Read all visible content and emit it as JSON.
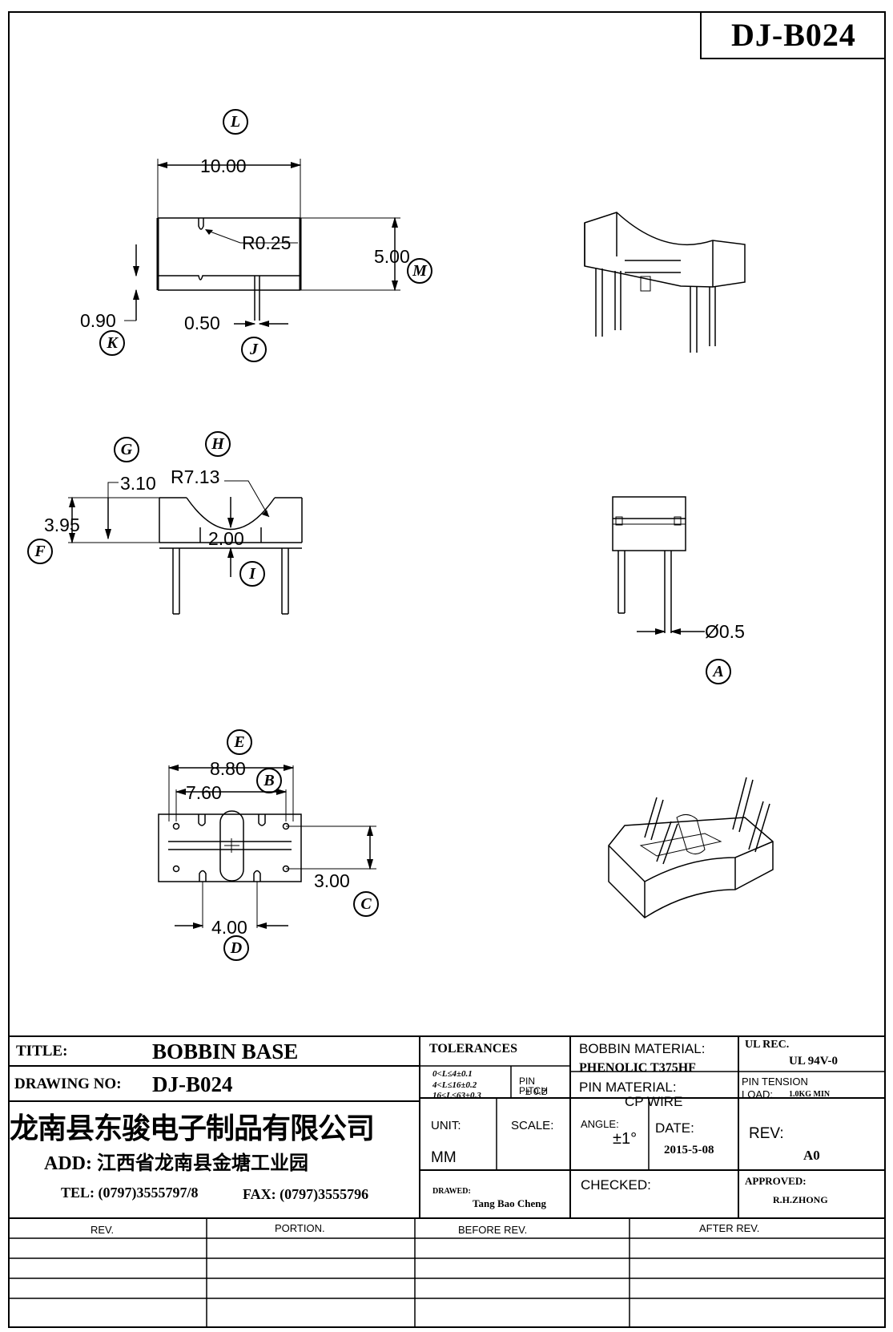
{
  "drawing_code": "DJ-B024",
  "views": {
    "top": {
      "callouts": {
        "L": "L",
        "M": "M",
        "K": "K",
        "J": "J"
      },
      "dims": {
        "length": "10.00",
        "height": "5.00",
        "radius": "R0.25",
        "offset": "0.90",
        "pin_width": "0.50"
      }
    },
    "side": {
      "callouts": {
        "G": "G",
        "H": "H",
        "F": "F",
        "I": "I"
      },
      "dims": {
        "shoulder": "3.10",
        "radius": "R7.13",
        "height": "3.95",
        "center_height": "2.00"
      }
    },
    "end": {
      "callouts": {
        "A": "A"
      },
      "dims": {
        "pin_dia": "Ø0.5"
      }
    },
    "bottom": {
      "callouts": {
        "E": "E",
        "B": "B",
        "C": "C",
        "D": "D"
      },
      "dims": {
        "outer_pitch": "8.80",
        "inner_pitch": "7.60",
        "row_pitch": "3.00",
        "slot_pitch": "4.00"
      }
    }
  },
  "title_block": {
    "title_label": "TITLE:",
    "title": "BOBBIN BASE",
    "drawing_no_label": "DRAWING NO:",
    "drawing_no": "DJ-B024",
    "company": "龙南县东骏电子制品有限公司",
    "address": "ADD: 江西省龙南县金塘工业园",
    "tel": "TEL: (0797)3555797/8",
    "fax": "FAX: (0797)3555796",
    "tolerances_label": "TOLERANCES",
    "tol_line1": "0<L≤4±0.1",
    "tol_line2": "4<L≤16±0.2",
    "tol_line3": "16<L≤63±0.3",
    "pin_pitch_label": "PIN\nPITCH",
    "pin_pitch_value": "± 0.2",
    "unit_label": "UNIT:",
    "unit": "MM",
    "scale_label": "SCALE:",
    "drawn_label": "DRAWED:",
    "drawn_by": "Tang Bao Cheng",
    "bobbin_material_label": "BOBBIN MATERIAL:",
    "bobbin_material": "PHENOLIC T375HF",
    "pin_material_label": "PIN MATERIAL:",
    "pin_material": "CP WIRE",
    "angle_label": "ANGLE:",
    "angle": "±1°",
    "date_label": "DATE:",
    "date": "2015-5-08",
    "checked_label": "CHECKED:",
    "ul_label": "UL REC.",
    "ul": "UL 94V-0",
    "pin_tension_label": "PIN TENSION",
    "load_label": "LOAD:",
    "load": "1.0KG MIN",
    "rev_label": "REV:",
    "rev": "A0",
    "approved_label": "APPROVED:",
    "approved_by": "R.H.ZHONG"
  },
  "revision_table": {
    "headers": [
      "REV.",
      "PORTION.",
      "BEFORE REV.",
      "AFTER REV."
    ]
  }
}
